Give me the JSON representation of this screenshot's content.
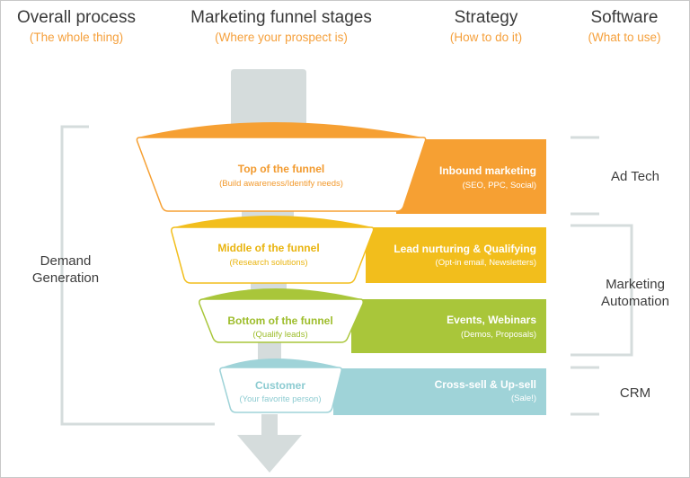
{
  "headers": [
    {
      "title": "Overall process",
      "subtitle": "(The whole thing)"
    },
    {
      "title": "Marketing funnel stages",
      "subtitle": "(Where your prospect is)"
    },
    {
      "title": "Strategy",
      "subtitle": "(How to do it)"
    },
    {
      "title": "Software",
      "subtitle": "(What to use)"
    }
  ],
  "stages": [
    {
      "title": "Top of the funnel",
      "subtitle": "(Build awareness/Identify needs)",
      "strategy": "Inbound marketing",
      "strategy_detail": "(SEO, PPC, Social)",
      "color": "#f6a033",
      "text_color": "#f29a2e"
    },
    {
      "title": "Middle of the funnel",
      "subtitle": "(Research solutions)",
      "strategy": "Lead nurturing & Qualifying",
      "strategy_detail": "(Opt-in email, Newsletters)",
      "color": "#f2be1c",
      "text_color": "#e9b40f"
    },
    {
      "title": "Bottom of the funnel",
      "subtitle": "(Qualify leads)",
      "strategy": "Events, Webinars",
      "strategy_detail": "(Demos, Proposals)",
      "color": "#a9c63a",
      "text_color": "#9ebd2c"
    },
    {
      "title": "Customer",
      "subtitle": "(Your favorite person)",
      "strategy": "Cross-sell & Up-sell",
      "strategy_detail": "(Sale!)",
      "color": "#9fd3d8",
      "text_color": "#8ccbd1"
    }
  ],
  "process": {
    "line1": "Demand",
    "line2": "Generation"
  },
  "software": [
    {
      "line1": "Ad Tech"
    },
    {
      "line1": "Marketing",
      "line2": "Automation"
    },
    {
      "line1": "CRM"
    }
  ],
  "colors": {
    "funnel_grey": "#d5dcdc",
    "bracket": "#d5dcdc",
    "heading": "#3a3a3a",
    "subheading": "#f5a03c"
  }
}
